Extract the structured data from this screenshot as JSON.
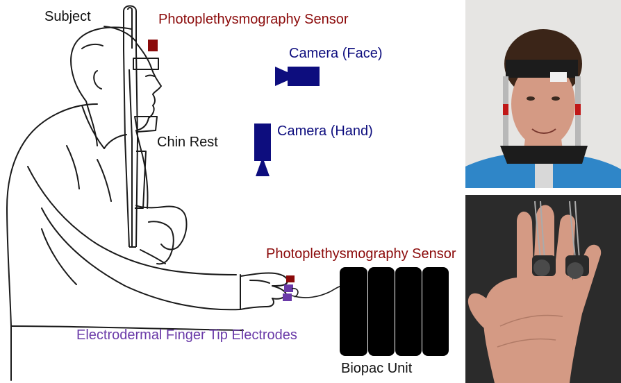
{
  "labels": {
    "subject": "Subject",
    "ppg_head": "Photoplethysmography Sensor",
    "camera_face": "Camera (Face)",
    "camera_hand": "Camera (Hand)",
    "chin_rest": "Chin Rest",
    "ppg_finger": "Photoplethysmography Sensor",
    "electrodes": "Electrodermal Finger Tip Electrodes",
    "biopac": "Biopac Unit"
  },
  "colors": {
    "ppg": "#8b0a0a",
    "camera": "#0d0d7e",
    "electrode": "#6a3aa8",
    "line": "#1a1a1a",
    "biopac": "#000000",
    "text_black": "#111111",
    "photo_face_bg": "#e6e5e3",
    "photo_hand_bg": "#2b2b2b",
    "shirt": "#2f86c8",
    "skin": "#d49a84"
  },
  "icons": {
    "camera_face": "video-camera-icon",
    "camera_hand": "video-camera-icon"
  }
}
